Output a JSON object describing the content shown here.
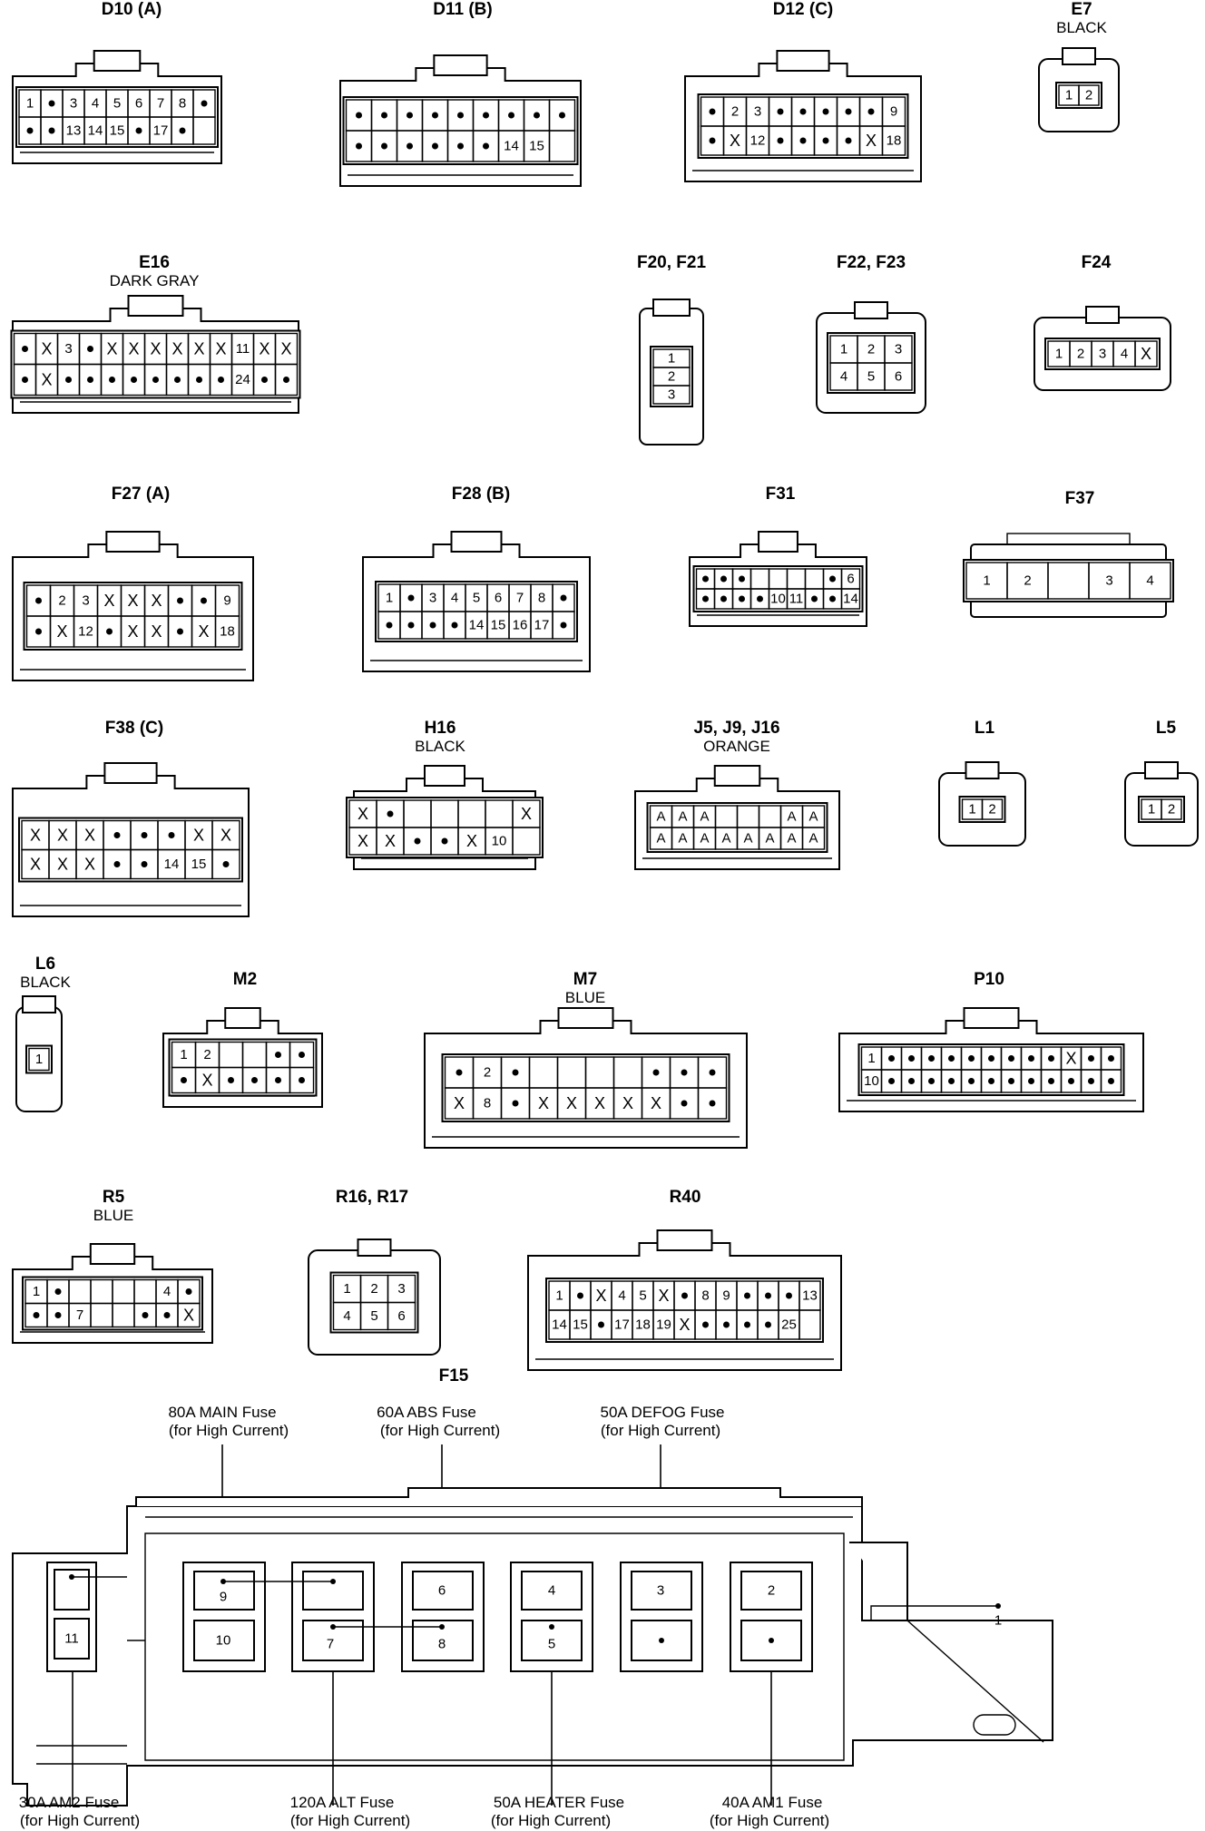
{
  "connectors": [
    {
      "id": "D10",
      "title": "D10 (A)",
      "rows": [
        [
          "1",
          "●",
          "3",
          "4",
          "5",
          "6",
          "7",
          "8",
          "●"
        ],
        [
          "●",
          "●",
          "13",
          "14",
          "15",
          "●",
          "17",
          "●",
          ""
        ]
      ]
    },
    {
      "id": "D11",
      "title": "D11 (B)",
      "rows": [
        [
          "●",
          "●",
          "●",
          "●",
          "●",
          "●",
          "●",
          "●",
          "●"
        ],
        [
          "●",
          "●",
          "●",
          "●",
          "●",
          "●",
          "14",
          "15",
          ""
        ]
      ]
    },
    {
      "id": "D12",
      "title": "D12 (C)",
      "rows": [
        [
          "●",
          "2",
          "3",
          "●",
          "●",
          "●",
          "●",
          "●",
          "9"
        ],
        [
          "●",
          "X",
          "12",
          "●",
          "●",
          "●",
          "●",
          "X",
          "18"
        ]
      ]
    },
    {
      "id": "E7",
      "title": "E7",
      "subtitle": "BLACK",
      "rows": [
        [
          "1",
          "2"
        ]
      ]
    },
    {
      "id": "E16",
      "title": "E16",
      "subtitle": "DARK GRAY",
      "rows": [
        [
          "●",
          "X",
          "3",
          "●",
          "X",
          "X",
          "X",
          "X",
          "X",
          "X",
          "11",
          "X",
          "X"
        ],
        [
          "●",
          "X",
          "●",
          "●",
          "●",
          "●",
          "●",
          "●",
          "●",
          "●",
          "24",
          "●",
          "●"
        ]
      ]
    },
    {
      "id": "F20",
      "title": "F20, F21",
      "rows": [
        [
          "1"
        ],
        [
          "2"
        ],
        [
          "3"
        ]
      ]
    },
    {
      "id": "F22",
      "title": "F22, F23",
      "rows": [
        [
          "1",
          "2",
          "3"
        ],
        [
          "4",
          "5",
          "6"
        ]
      ]
    },
    {
      "id": "F24",
      "title": "F24",
      "rows": [
        [
          "1",
          "2",
          "3",
          "4",
          "X"
        ]
      ]
    },
    {
      "id": "F27",
      "title": "F27 (A)",
      "rows": [
        [
          "●",
          "2",
          "3",
          "X",
          "X",
          "X",
          "●",
          "●",
          "9"
        ],
        [
          "●",
          "X",
          "12",
          "●",
          "X",
          "X",
          "●",
          "X",
          "18"
        ]
      ]
    },
    {
      "id": "F28",
      "title": "F28 (B)",
      "rows": [
        [
          "1",
          "●",
          "3",
          "4",
          "5",
          "6",
          "7",
          "8",
          "●"
        ],
        [
          "●",
          "●",
          "●",
          "●",
          "14",
          "15",
          "16",
          "17",
          "●"
        ]
      ]
    },
    {
      "id": "F31",
      "title": "F31",
      "rows": [
        [
          "●",
          "●",
          "●",
          "",
          "",
          "",
          "",
          "●",
          "6"
        ],
        [
          "●",
          "●",
          "●",
          "●",
          "10",
          "11",
          "●",
          "●",
          "14"
        ]
      ]
    },
    {
      "id": "F37",
      "title": "F37",
      "rows": [
        [
          "1",
          "2",
          "",
          "3",
          "4"
        ]
      ]
    },
    {
      "id": "F38",
      "title": "F38 (C)",
      "rows": [
        [
          "X",
          "X",
          "X",
          "●",
          "●",
          "●",
          "X",
          "X"
        ],
        [
          "X",
          "X",
          "X",
          "●",
          "●",
          "14",
          "15",
          "●"
        ]
      ]
    },
    {
      "id": "H16",
      "title": "H16",
      "subtitle": "BLACK",
      "rows": [
        [
          "X",
          "●",
          "",
          "",
          "",
          "",
          "X"
        ],
        [
          "X",
          "X",
          "●",
          "●",
          "X",
          "10",
          ""
        ]
      ]
    },
    {
      "id": "J5",
      "title": "J5, J9, J16",
      "subtitle": "ORANGE",
      "rows": [
        [
          "A",
          "A",
          "A",
          "",
          "",
          "",
          "A",
          "A"
        ],
        [
          "A",
          "A",
          "A",
          "A",
          "A",
          "A",
          "A",
          "A"
        ]
      ]
    },
    {
      "id": "L1",
      "title": "L1",
      "rows": [
        [
          "1",
          "2"
        ]
      ]
    },
    {
      "id": "L5",
      "title": "L5",
      "rows": [
        [
          "1",
          "2"
        ]
      ]
    },
    {
      "id": "L6",
      "title": "L6",
      "subtitle": "BLACK",
      "rows": [
        [
          "1"
        ]
      ]
    },
    {
      "id": "M2",
      "title": "M2",
      "rows": [
        [
          "1",
          "2",
          "",
          "",
          "●",
          "●"
        ],
        [
          "●",
          "X",
          "●",
          "●",
          "●",
          "●"
        ]
      ]
    },
    {
      "id": "M7",
      "title": "M7",
      "subtitle": "BLUE",
      "rows": [
        [
          "●",
          "2",
          "●",
          "",
          "",
          "",
          "",
          "●",
          "●",
          "●"
        ],
        [
          "X",
          "8",
          "●",
          "X",
          "X",
          "X",
          "X",
          "X",
          "●",
          "●"
        ]
      ]
    },
    {
      "id": "P10",
      "title": "P10",
      "rows": [
        [
          "1",
          "●",
          "●",
          "●",
          "●",
          "●",
          "●",
          "●",
          "●",
          "●",
          "X",
          "●",
          "●"
        ],
        [
          "10",
          "●",
          "●",
          "●",
          "●",
          "●",
          "●",
          "●",
          "●",
          "●",
          "●",
          "●",
          "●"
        ]
      ]
    },
    {
      "id": "R5",
      "title": "R5",
      "subtitle": "BLUE",
      "rows": [
        [
          "1",
          "●",
          "",
          "",
          "",
          "",
          "4",
          "●"
        ],
        [
          "●",
          "●",
          "7",
          "",
          "",
          "●",
          "●",
          "X"
        ]
      ]
    },
    {
      "id": "R16",
      "title": "R16, R17",
      "rows": [
        [
          "1",
          "2",
          "3"
        ],
        [
          "4",
          "5",
          "6"
        ]
      ]
    },
    {
      "id": "R40",
      "title": "R40",
      "rows": [
        [
          "1",
          "●",
          "X",
          "4",
          "5",
          "X",
          "●",
          "8",
          "9",
          "●",
          "●",
          "●",
          "13"
        ],
        [
          "14",
          "15",
          "●",
          "17",
          "18",
          "19",
          "X",
          "●",
          "●",
          "●",
          "●",
          "25",
          ""
        ]
      ]
    }
  ],
  "fuse_block": {
    "title": "F15",
    "cavities": [
      "9",
      "10",
      "7",
      "6",
      "8",
      "4",
      "5",
      "3",
      "2",
      "11",
      "1"
    ],
    "labels_top": [
      {
        "name": "80A MAIN Fuse",
        "note": "(for High Current)"
      },
      {
        "name": "60A ABS Fuse",
        "note": "(for High Current)"
      },
      {
        "name": "50A DEFOG Fuse",
        "note": "(for High Current)"
      }
    ],
    "labels_bottom": [
      {
        "name": "30A AM2 Fuse",
        "note": "(for High Current)"
      },
      {
        "name": "120A ALT Fuse",
        "note": "(for High Current)"
      },
      {
        "name": "50A HEATER Fuse",
        "note": "(for High Current)"
      },
      {
        "name": "40A AM1 Fuse",
        "note": "(for High Current)"
      }
    ]
  }
}
